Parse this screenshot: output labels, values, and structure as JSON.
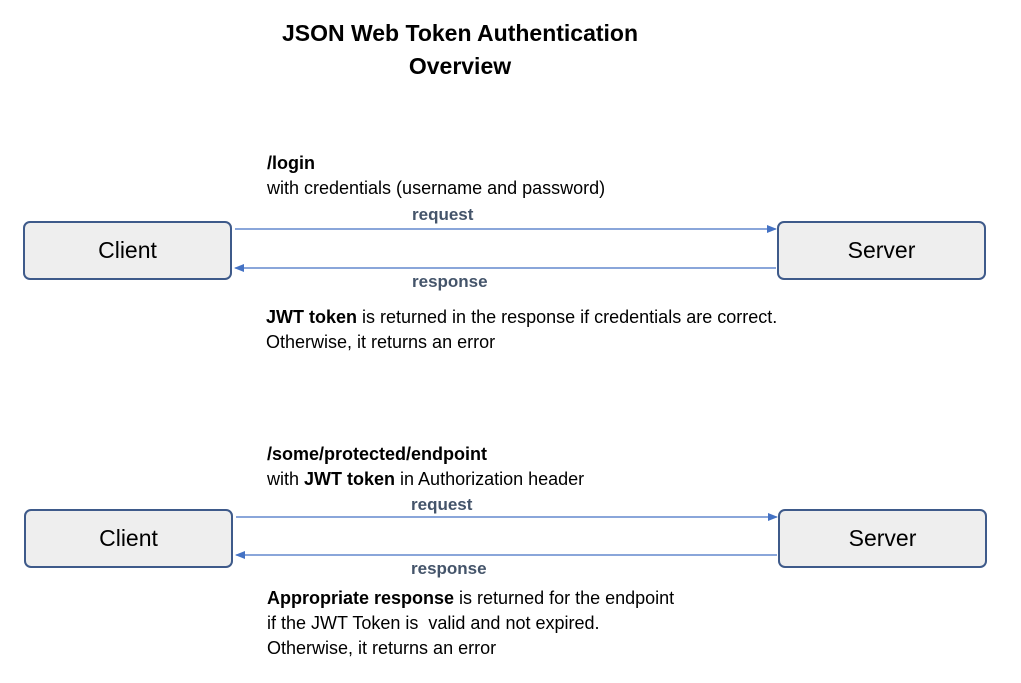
{
  "title": {
    "line1": "JSON Web Token Authentication",
    "line2": "Overview"
  },
  "colors": {
    "box_border": "#3e5a8a",
    "box_fill": "#eeeeee",
    "arrow": "#4472c4",
    "arrow_label": "#44546a"
  },
  "flow1": {
    "client_label": "Client",
    "server_label": "Server",
    "endpoint": "/login",
    "endpoint_desc": "with credentials (username and password)",
    "request_label": "request",
    "response_label": "response",
    "note_bold": "JWT token",
    "note_rest": " is returned in the response if credentials are correct.",
    "note_line2": "Otherwise, it returns an error"
  },
  "flow2": {
    "client_label": "Client",
    "server_label": "Server",
    "endpoint": "/some/protected/endpoint",
    "endpoint_desc_pre": "with ",
    "endpoint_desc_bold": "JWT token",
    "endpoint_desc_post": " in Authorization header",
    "request_label": "request",
    "response_label": "response",
    "note_bold": "Appropriate response",
    "note_rest": " is returned for the endpoint",
    "note_line2": "if the JWT Token is  valid and not expired.",
    "note_line3": "Otherwise, it returns an error"
  }
}
